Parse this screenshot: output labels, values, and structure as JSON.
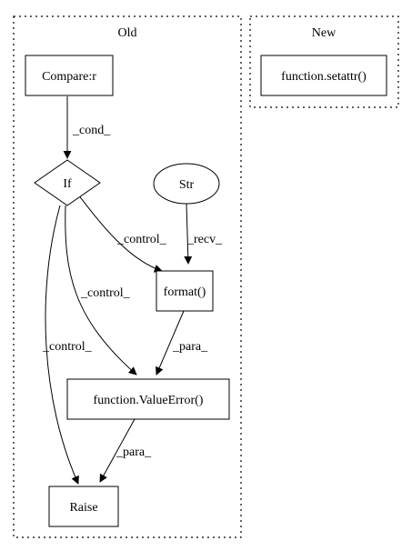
{
  "clusters": {
    "old": {
      "label": "Old"
    },
    "new": {
      "label": "New"
    }
  },
  "nodes": {
    "compare": {
      "label": "Compare:r"
    },
    "if": {
      "label": "If"
    },
    "str": {
      "label": "Str"
    },
    "format": {
      "label": "format()"
    },
    "valueerror": {
      "label": "function.ValueError()"
    },
    "raise": {
      "label": "Raise"
    },
    "setattr": {
      "label": "function.setattr()"
    }
  },
  "edges": {
    "compare_if": {
      "label": "_cond_"
    },
    "if_format": {
      "label": "_control_"
    },
    "str_format": {
      "label": "_recv_"
    },
    "if_valueerror": {
      "label": "_control_"
    },
    "format_valueerror": {
      "label": "_para_"
    },
    "if_raise": {
      "label": "_control_"
    },
    "valueerror_raise": {
      "label": "_para_"
    }
  }
}
